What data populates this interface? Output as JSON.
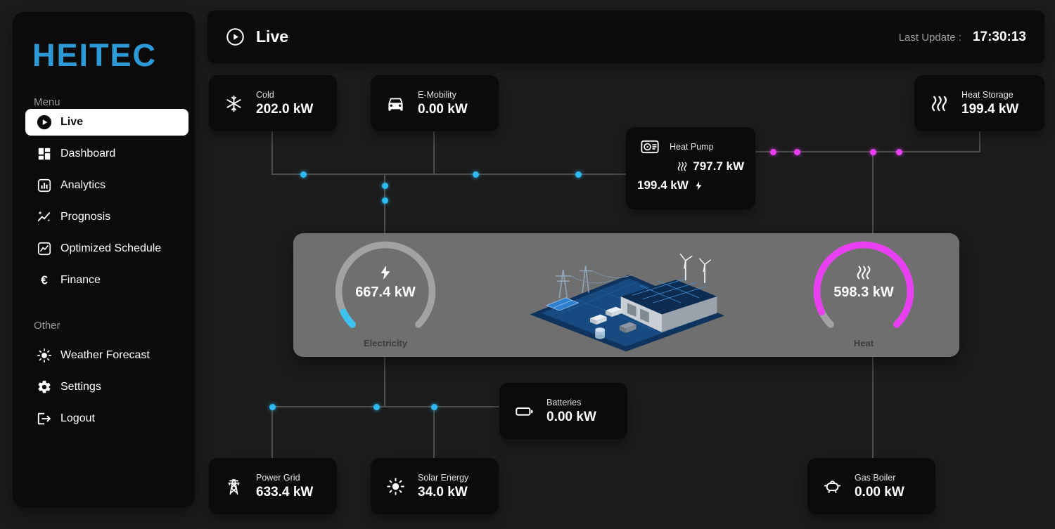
{
  "sidebar": {
    "logo": "HEITEC",
    "menu_label": "Menu",
    "menu_items": [
      {
        "label": "Live",
        "icon": "play-circle",
        "active": true
      },
      {
        "label": "Dashboard",
        "icon": "dashboard-grid",
        "active": false
      },
      {
        "label": "Analytics",
        "icon": "bar-chart-box",
        "active": false
      },
      {
        "label": "Prognosis",
        "icon": "trend-sparkle",
        "active": false
      },
      {
        "label": "Optimized Schedule",
        "icon": "chart-box",
        "active": false
      },
      {
        "label": "Finance",
        "icon": "euro",
        "active": false
      }
    ],
    "other_label": "Other",
    "other_items": [
      {
        "label": "Weather Forecast",
        "icon": "sun"
      },
      {
        "label": "Settings",
        "icon": "gear"
      },
      {
        "label": "Logout",
        "icon": "logout"
      }
    ]
  },
  "header": {
    "title": "Live",
    "last_update_label": "Last Update :",
    "last_update_time": "17:30:13"
  },
  "nodes": {
    "cold": {
      "label": "Cold",
      "value": "202.0 kW",
      "icon": "snowflake"
    },
    "emobility": {
      "label": "E-Mobility",
      "value": "0.00 kW",
      "icon": "car"
    },
    "heat_storage": {
      "label": "Heat Storage",
      "value": "199.4 kW",
      "icon": "heat-waves"
    },
    "heat_pump": {
      "label": "Heat Pump",
      "heat_value": "797.7 kW",
      "electric_value": "199.4 kW",
      "icon": "heat-pump-unit"
    },
    "batteries": {
      "label": "Batteries",
      "value": "0.00 kW",
      "icon": "battery"
    },
    "power_grid": {
      "label": "Power Grid",
      "value": "633.4 kW",
      "icon": "transmission-tower"
    },
    "solar": {
      "label": "Solar Energy",
      "value": "34.0 kW",
      "icon": "sun"
    },
    "gas_boiler": {
      "label": "Gas Boiler",
      "value": "0.00 kW",
      "icon": "boiler"
    }
  },
  "site": {
    "electricity": {
      "label": "Electricity",
      "value": "667.4 kW",
      "percent": 7
    },
    "heat": {
      "label": "Heat",
      "value": "598.3 kW",
      "percent": 93
    }
  },
  "colors": {
    "electric_accent": "#2fb9f2",
    "heat_accent": "#e93ff2",
    "logo_blue": "#2d9ad8"
  }
}
